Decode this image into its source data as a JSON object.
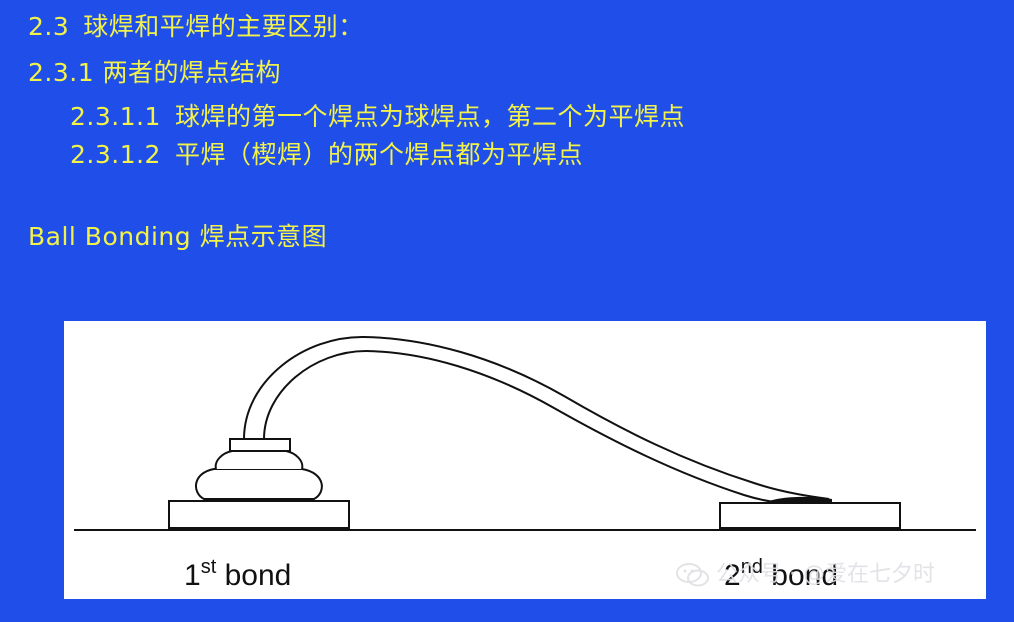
{
  "slide": {
    "section_heading_num": "2.3",
    "section_heading_text": "球焊和平焊的主要区别：",
    "subsection_heading": "2.3.1 两者的焊点结构",
    "item1_num": "2.3.1.1",
    "item1_text": "球焊的第一个焊点为球焊点，第二个为平焊点",
    "item2_num": "2.3.1.2",
    "item2_text": "平焊（楔焊）的两个焊点都为平焊点",
    "diagram_caption": "Ball Bonding 焊点示意图"
  },
  "diagram": {
    "first_bond_prefix": "1",
    "first_bond_sup": "st",
    "first_bond_word": " bond",
    "second_bond_prefix": "2",
    "second_bond_sup": "nd",
    "second_bond_word": " bond"
  },
  "watermark": {
    "text": "公众号 · @爱在七夕时"
  },
  "colors": {
    "background": "#1f4fe8",
    "text": "#f2f24a",
    "diagram_bg": "#ffffff"
  }
}
